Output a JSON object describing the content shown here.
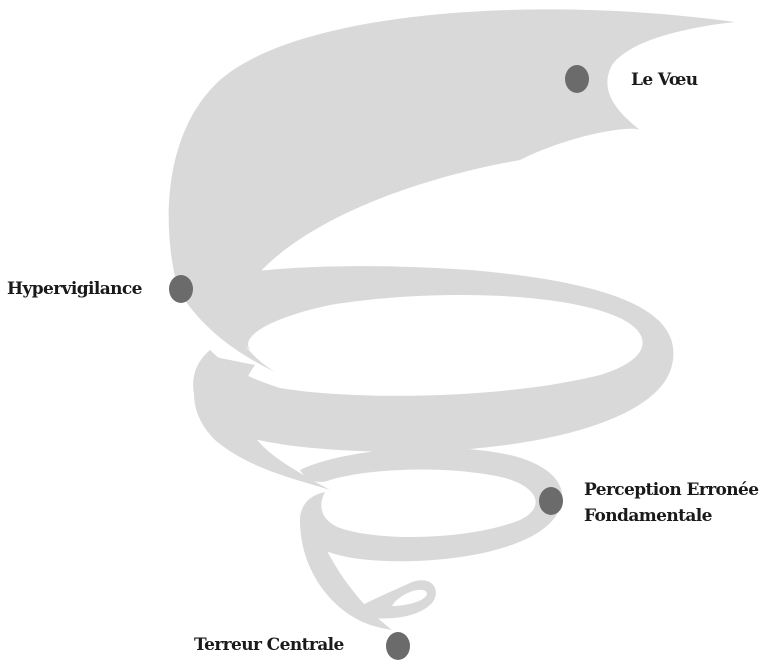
{
  "diagram": {
    "shape": "spiral",
    "ribbon_color": "#d9d9d9",
    "marker_color": "#6b6b6b",
    "text_color": "#1a1a1a",
    "nodes": {
      "voeu": {
        "label": "Le Vœu"
      },
      "hypervigilance": {
        "label": "Hypervigilance"
      },
      "perception": {
        "lines": [
          "Perception Erronée",
          "Fondamentale"
        ]
      },
      "terreur": {
        "label": "Terreur Centrale"
      }
    }
  }
}
